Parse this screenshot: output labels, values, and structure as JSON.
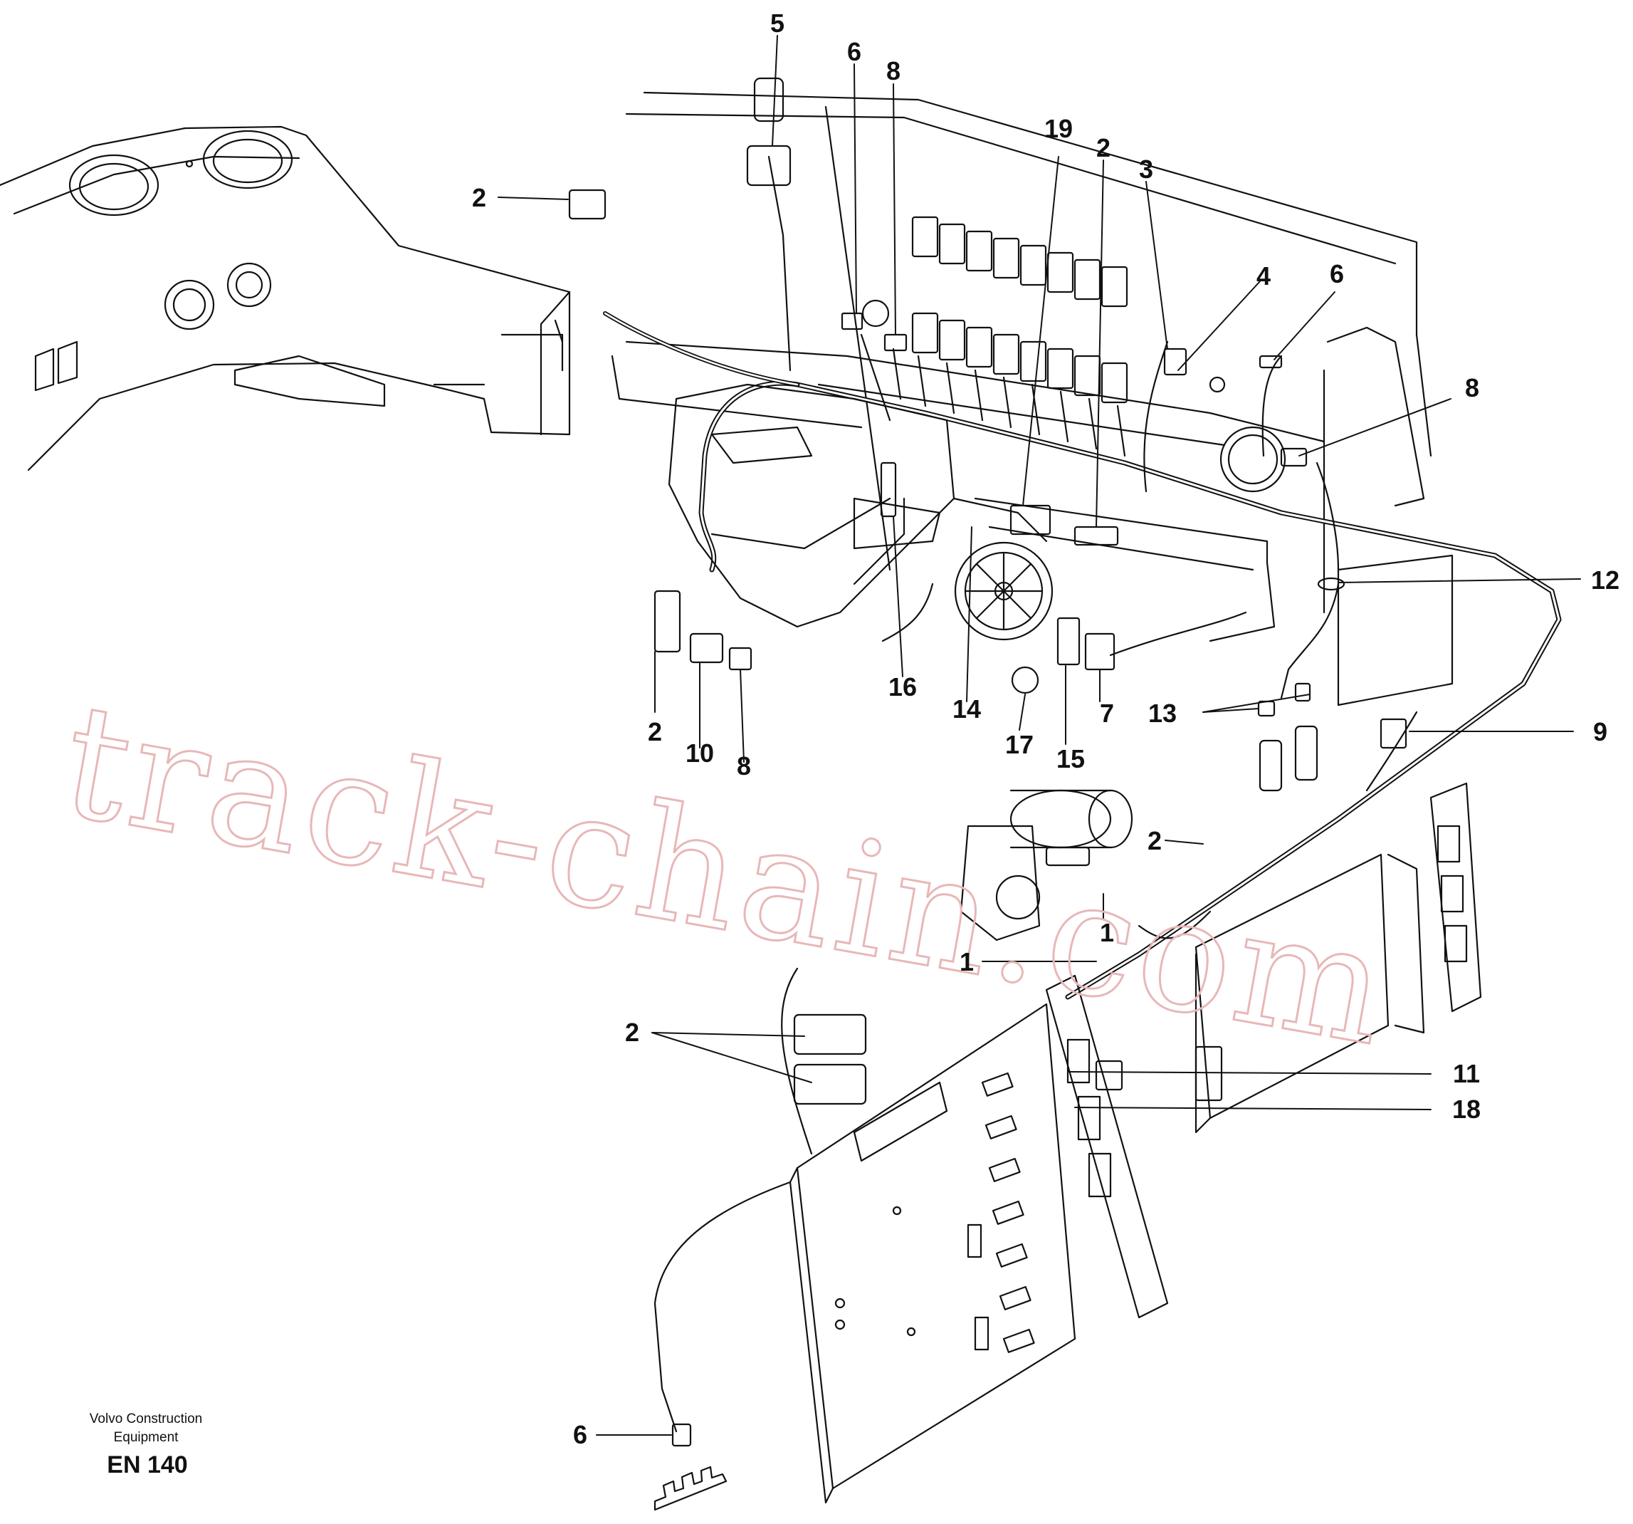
{
  "callouts": {
    "c1": "1",
    "c1b": "1",
    "c2a": "2",
    "c2b": "2",
    "c2c": "2",
    "c2d": "2",
    "c2e": "2",
    "c3": "3",
    "c4": "4",
    "c5": "5",
    "c6a": "6",
    "c6b": "6",
    "c6c": "6",
    "c7": "7",
    "c8a": "8",
    "c8b": "8",
    "c8c": "8",
    "c9": "9",
    "c10": "10",
    "c11": "11",
    "c12": "12",
    "c13": "13",
    "c14": "14",
    "c15": "15",
    "c16": "16",
    "c17": "17",
    "c18": "18",
    "c19": "19"
  },
  "footer": {
    "company_line1": "Volvo Construction",
    "company_line2": "Equipment",
    "code": "EN 140"
  },
  "watermark": "track-chain.com",
  "colors": {
    "ink": "#111111",
    "watermark": "#e8b7b7",
    "background": "#ffffff"
  }
}
